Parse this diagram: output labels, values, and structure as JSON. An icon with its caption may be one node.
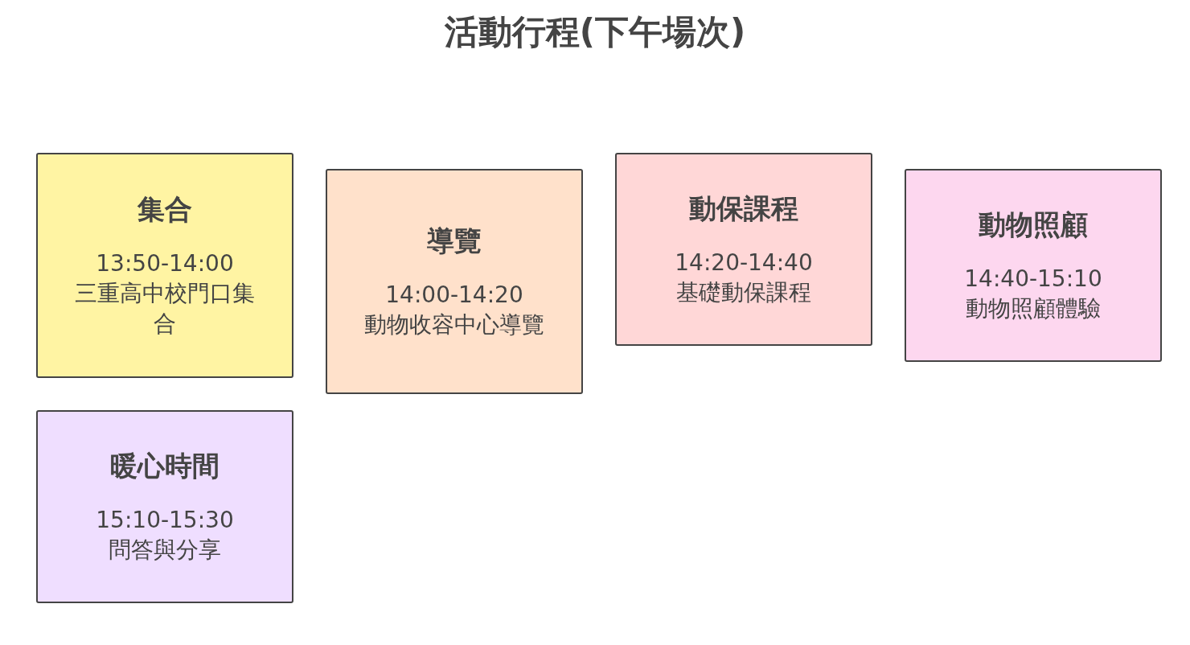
{
  "diagram": {
    "title": "活動行程(下午場次)",
    "nodes": [
      {
        "text": [
          "集合",
          "13:50-14:00",
          "三重高中校門口集合"
        ]
      },
      {
        "text": [
          "導覽",
          "14:00-14:20",
          "動物收容中心導覽"
        ]
      },
      {
        "text": [
          "動保課程",
          "14:20-14:40",
          "基礎動保課程"
        ]
      },
      {
        "text": [
          "動物照顧",
          "14:40-15:10",
          "動物照顧體驗"
        ]
      },
      {
        "text": [
          "暖心時間",
          "15:10-15:30",
          "問答與分享"
        ]
      }
    ]
  }
}
